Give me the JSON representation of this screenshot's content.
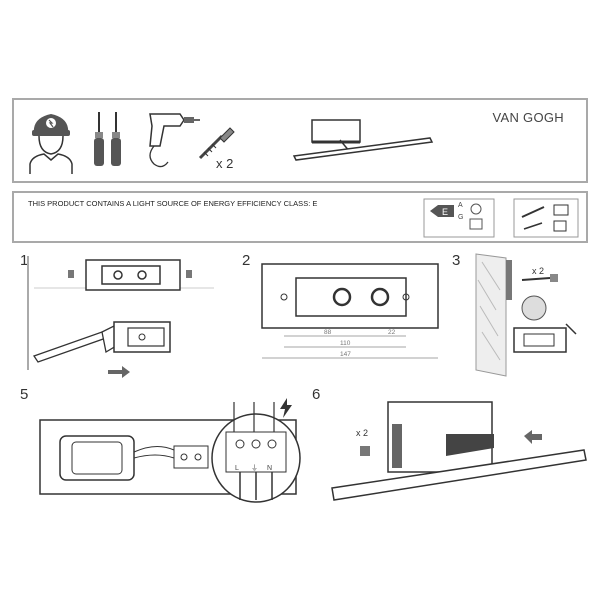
{
  "product_name": "VAN GOGH",
  "tools": {
    "quantity": "x 2"
  },
  "energy_notice": "THIS PRODUCT CONTAINS A LIGHT SOURCE OF ENERGY EFFICIENCY CLASS: E",
  "energy_label": {
    "class": "E",
    "range_top": "A",
    "range_bottom": "G"
  },
  "steps": [
    "1",
    "2",
    "3",
    "5",
    "6"
  ],
  "step2": {
    "dim_a": "88",
    "dim_b": "22",
    "dim_c": "110",
    "dim_d": "147"
  },
  "step3": {
    "quantity": "x 2"
  },
  "step5": {
    "terminal_labels": [
      "L",
      "⏚",
      "N"
    ],
    "warning_icon": "lightning-icon"
  },
  "step6": {
    "quantity": "x 2"
  }
}
